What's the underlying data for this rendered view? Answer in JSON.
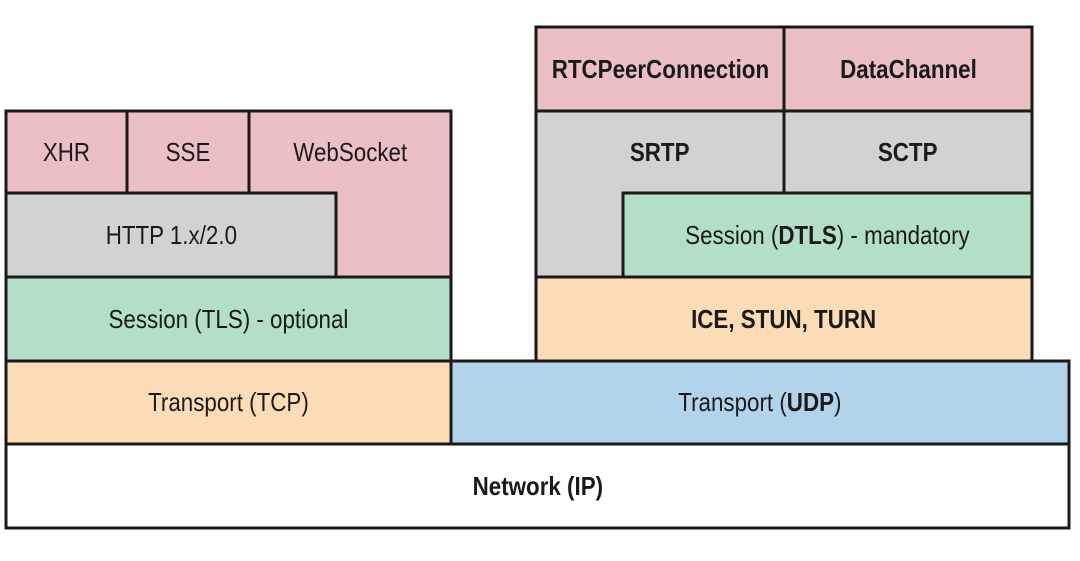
{
  "colors": {
    "pink": "#ebbfc3",
    "gray": "#d2d2d2",
    "green": "#b2dfc6",
    "orange": "#fbdcb6",
    "blue": "#b3d3eb",
    "white": "#ffffff",
    "stroke": "#1a1a1a"
  },
  "left_stack": {
    "xhr": "XHR",
    "sse": "SSE",
    "websocket": "WebSocket",
    "http": "HTTP 1.x/2.0",
    "session": "Session (TLS) - optional",
    "transport": "Transport (TCP)"
  },
  "right_stack": {
    "rtcpeerconnection": "RTCPeerConnection",
    "datachannel": "DataChannel",
    "srtp": "SRTP",
    "sctp": "SCTP",
    "session_prefix": "Session (",
    "session_bold": "DTLS",
    "session_suffix": ") - mandatory",
    "ice": "ICE, STUN, TURN",
    "transport_prefix": "Transport (",
    "transport_bold": "UDP",
    "transport_suffix": ")"
  },
  "network": "Network (IP)"
}
